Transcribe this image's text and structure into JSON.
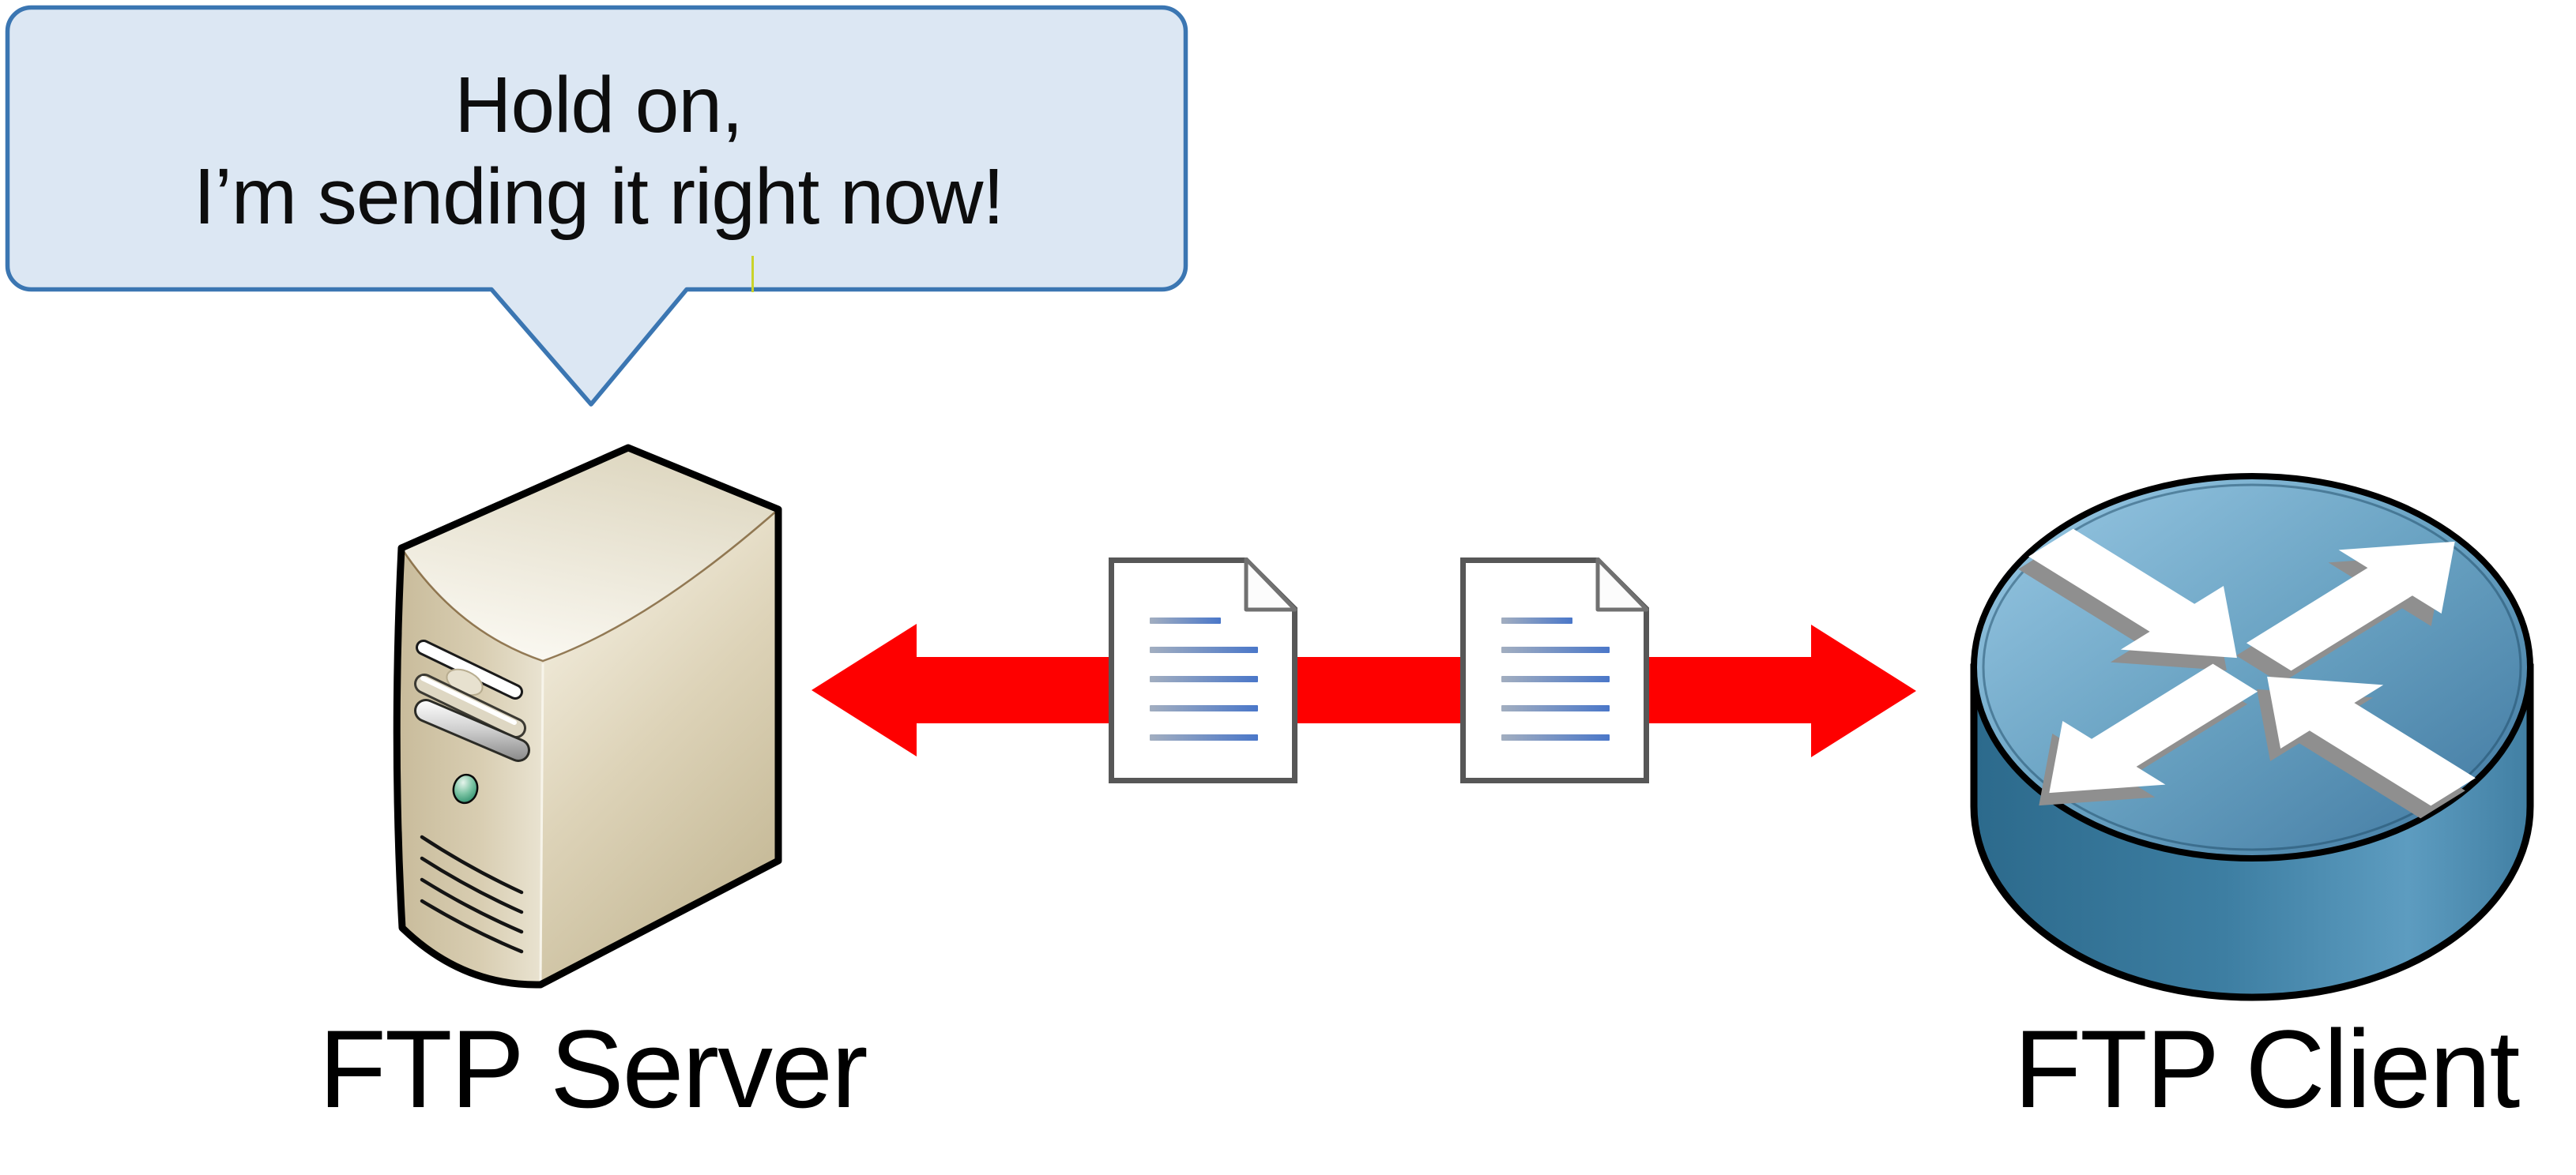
{
  "diagram_title": "FTP file transfer between server and client",
  "speech_bubble": {
    "speaker": "ftp-server",
    "line1": "Hold on,",
    "line2": "I’m sending it right now!"
  },
  "nodes": [
    {
      "id": "ftp-server",
      "label": "FTP Server",
      "icon": "server-tower-icon",
      "position": "left"
    },
    {
      "id": "ftp-client",
      "label": "FTP Client",
      "icon": "router-icon",
      "position": "right"
    }
  ],
  "connection": {
    "type": "bidirectional-arrow",
    "between": [
      "ftp-server",
      "ftp-client"
    ],
    "payload_icons": [
      "document-icon",
      "document-icon"
    ],
    "document_lines_per_icon": 5
  },
  "colors": {
    "bubble_fill": "#dce7f3",
    "bubble_border": "#3b76b2",
    "arrow_red": "#fe0000",
    "doc_border": "#575757",
    "doc_line_blue": "#4a77c9",
    "server_beige": "#d3c7a8",
    "router_blue": "#4f87ad",
    "label_color": "#000000",
    "artifact_yellow": "#c9d32a"
  }
}
